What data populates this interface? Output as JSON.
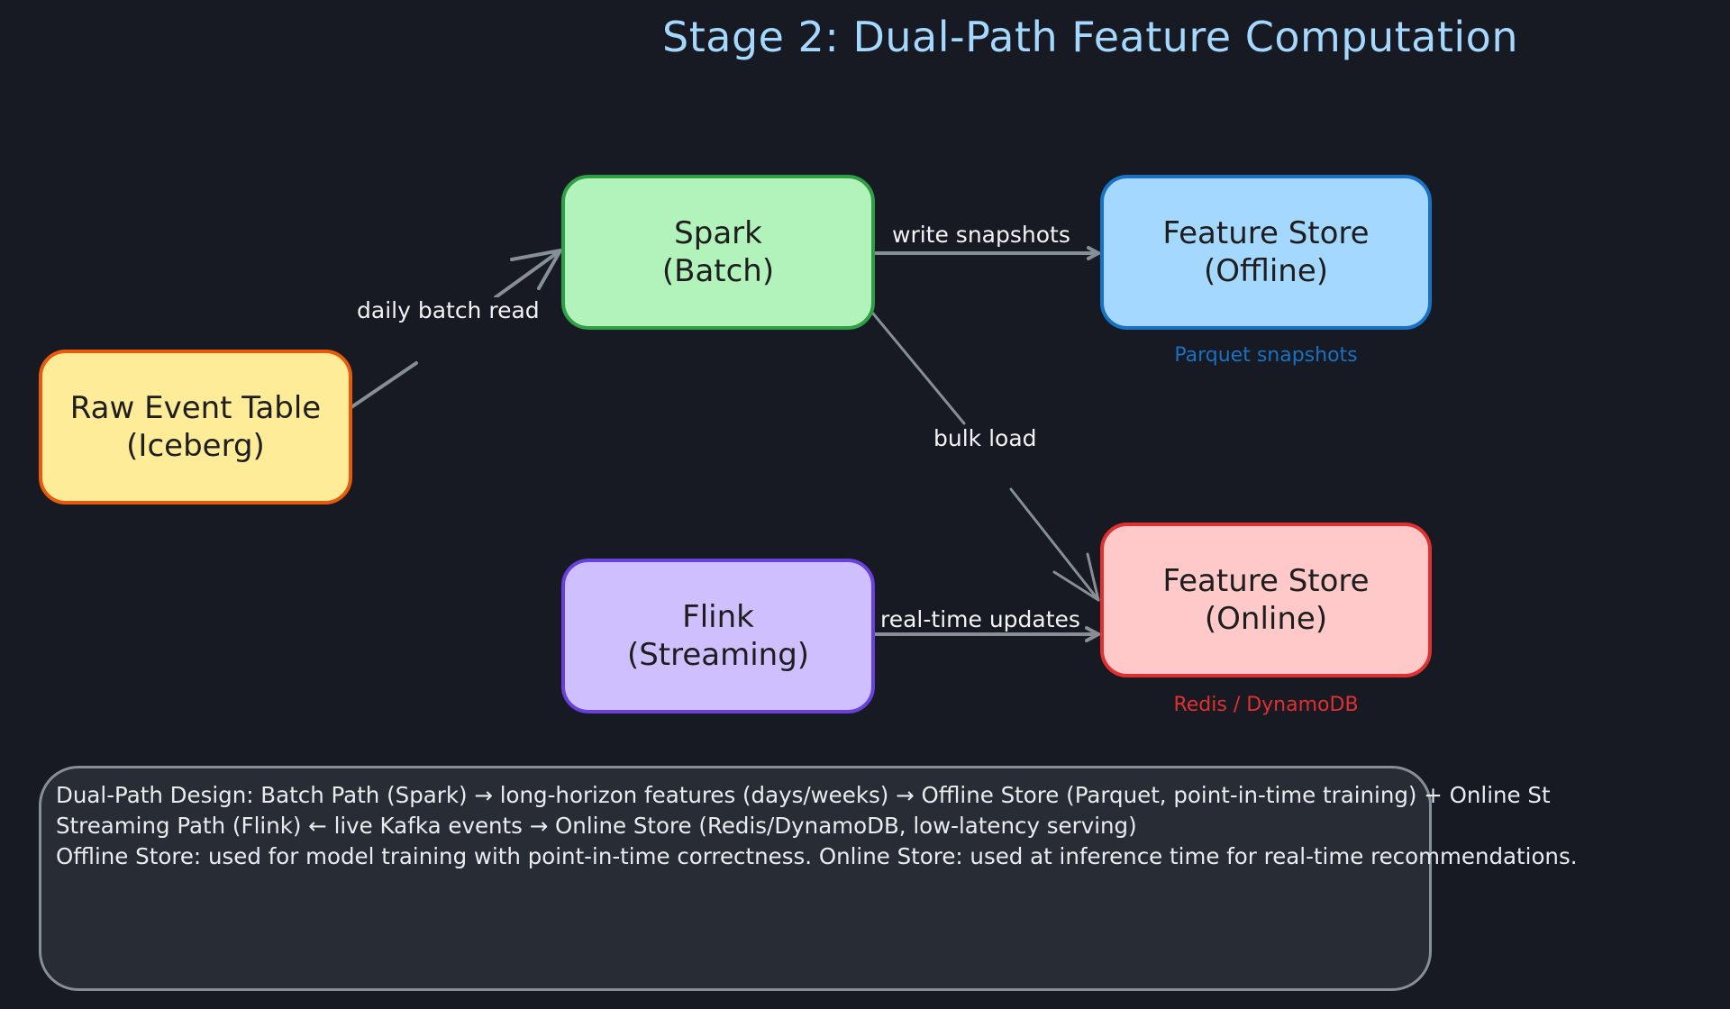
{
  "diagram": {
    "title": "Stage 2: Dual-Path Feature Computation",
    "nodes": {
      "raw_event_table": [
        "Raw Event Table",
        "(Iceberg)"
      ],
      "spark": [
        "Spark",
        "(Batch)"
      ],
      "feature_store_offline": [
        "Feature Store",
        "(Offline)"
      ],
      "flink": [
        "Flink",
        "(Streaming)"
      ],
      "feature_store_online": [
        "Feature Store",
        "(Online)"
      ]
    },
    "captions": {
      "offline": "Parquet snapshots",
      "online": "Redis / DynamoDB"
    },
    "edges": {
      "daily_batch_read": "daily batch read",
      "write_snapshots": "write snapshots",
      "bulk_load": "bulk load",
      "real_time_updates": "real-time updates"
    },
    "note": [
      "Dual-Path Design:  Batch Path (Spark) → long-horizon features (days/weeks) → Offline Store (Parquet, point-in-time training) + Online St",
      "Streaming Path (Flink) ← live Kafka events → Online Store (Redis/DynamoDB, low-latency serving)",
      "Offline Store: used for model training with point-in-time correctness.  Online Store: used at inference time for real-time recommendations."
    ]
  },
  "colors": {
    "background": "#171923",
    "title": "#a5d8ff",
    "raw_fill": "#ffec99",
    "raw_stroke": "#e8590c",
    "spark_fill": "#b2f2bb",
    "spark_stroke": "#2f9e44",
    "offline_fill": "#a5d8ff",
    "offline_stroke": "#1971c2",
    "flink_fill": "#d0bfff",
    "flink_stroke": "#6741d9",
    "online_fill": "#ffc9c9",
    "online_stroke": "#e03131",
    "arrow": "#868e96"
  }
}
